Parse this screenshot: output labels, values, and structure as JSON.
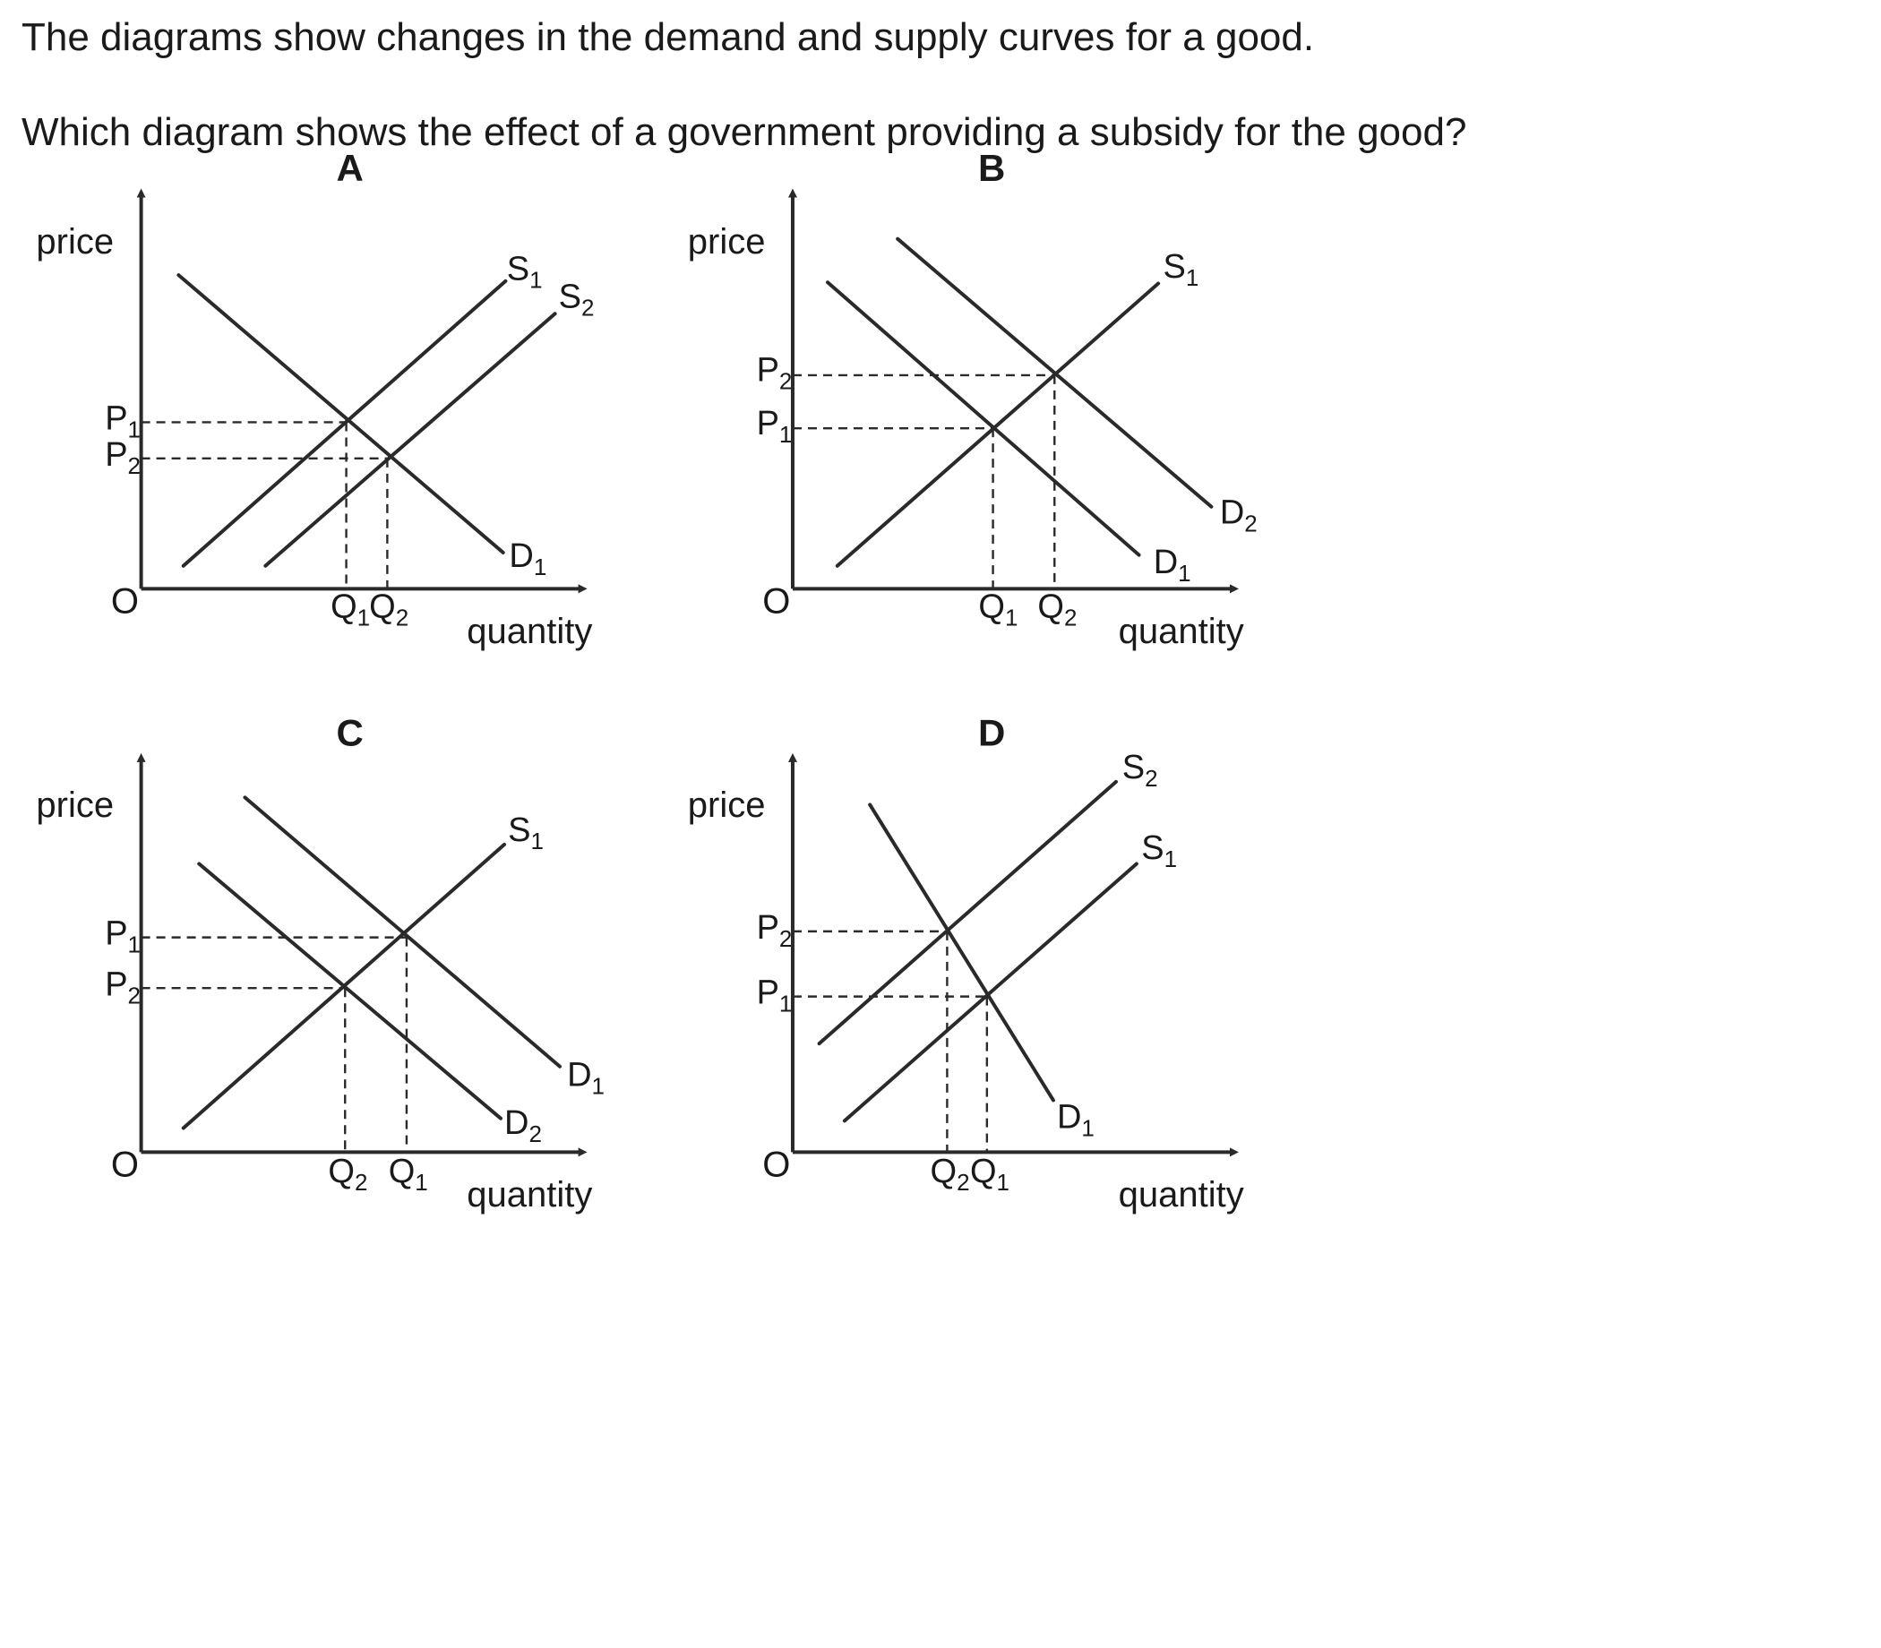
{
  "question": {
    "line1": "The diagrams show changes in the demand and supply curves for a good.",
    "line2": "Which diagram shows the effect of a government providing a subsidy for the good?"
  },
  "diagrams": [
    {
      "id": "A",
      "axis_y": "price",
      "axis_x": "quantity",
      "origin": "O",
      "curves": [
        {
          "kind": "demand",
          "label": "D",
          "sub": "1"
        },
        {
          "kind": "supply",
          "label": "S",
          "sub": "1"
        },
        {
          "kind": "supply",
          "label": "S",
          "sub": "2"
        }
      ],
      "price_labels": [
        {
          "label": "P",
          "sub": "1"
        },
        {
          "label": "P",
          "sub": "2"
        }
      ],
      "quantity_labels": [
        {
          "label": "Q",
          "sub": "1"
        },
        {
          "label": "Q",
          "sub": "2"
        }
      ]
    },
    {
      "id": "B",
      "axis_y": "price",
      "axis_x": "quantity",
      "origin": "O",
      "curves": [
        {
          "kind": "demand",
          "label": "D",
          "sub": "1"
        },
        {
          "kind": "demand",
          "label": "D",
          "sub": "2"
        },
        {
          "kind": "supply",
          "label": "S",
          "sub": "1"
        }
      ],
      "price_labels": [
        {
          "label": "P",
          "sub": "2"
        },
        {
          "label": "P",
          "sub": "1"
        }
      ],
      "quantity_labels": [
        {
          "label": "Q",
          "sub": "1"
        },
        {
          "label": "Q",
          "sub": "2"
        }
      ]
    },
    {
      "id": "C",
      "axis_y": "price",
      "axis_x": "quantity",
      "origin": "O",
      "curves": [
        {
          "kind": "demand",
          "label": "D",
          "sub": "1"
        },
        {
          "kind": "demand",
          "label": "D",
          "sub": "2"
        },
        {
          "kind": "supply",
          "label": "S",
          "sub": "1"
        }
      ],
      "price_labels": [
        {
          "label": "P",
          "sub": "1"
        },
        {
          "label": "P",
          "sub": "2"
        }
      ],
      "quantity_labels": [
        {
          "label": "Q",
          "sub": "2"
        },
        {
          "label": "Q",
          "sub": "1"
        }
      ]
    },
    {
      "id": "D",
      "axis_y": "price",
      "axis_x": "quantity",
      "origin": "O",
      "curves": [
        {
          "kind": "demand",
          "label": "D",
          "sub": "1"
        },
        {
          "kind": "supply",
          "label": "S",
          "sub": "1"
        },
        {
          "kind": "supply",
          "label": "S",
          "sub": "2"
        }
      ],
      "price_labels": [
        {
          "label": "P",
          "sub": "2"
        },
        {
          "label": "P",
          "sub": "1"
        }
      ],
      "quantity_labels": [
        {
          "label": "Q",
          "sub": "2"
        },
        {
          "label": "Q",
          "sub": "1"
        }
      ]
    }
  ]
}
